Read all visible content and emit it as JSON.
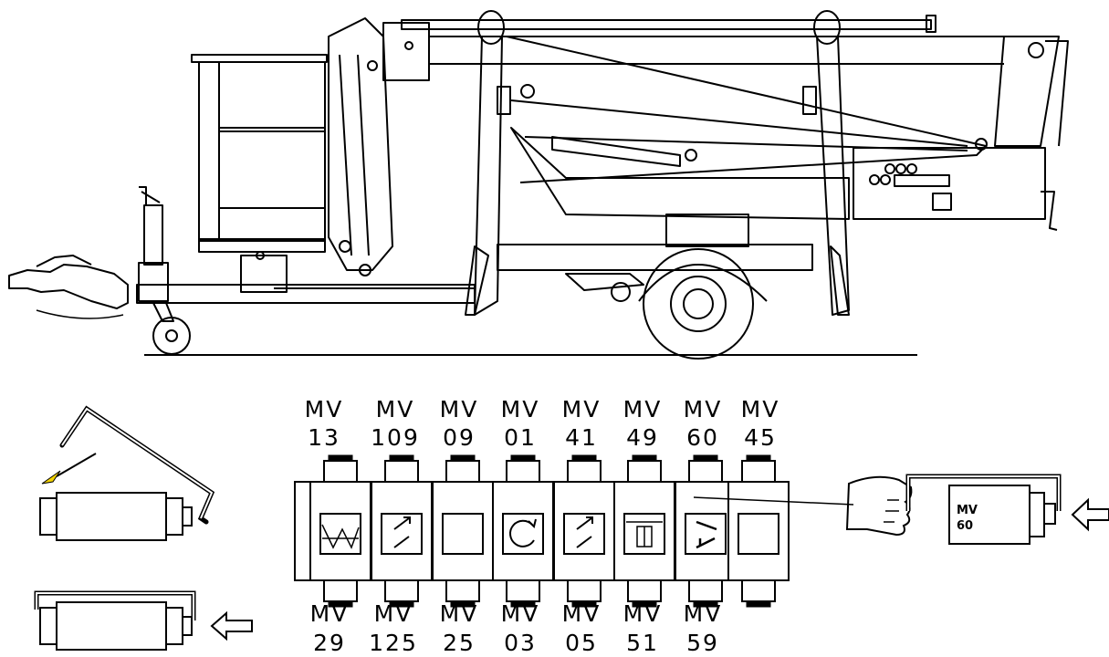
{
  "valves_top": [
    {
      "prefix": "MV",
      "number": "13"
    },
    {
      "prefix": "MV",
      "number": "109"
    },
    {
      "prefix": "MV",
      "number": "09"
    },
    {
      "prefix": "MV",
      "number": "01"
    },
    {
      "prefix": "MV",
      "number": "41"
    },
    {
      "prefix": "MV",
      "number": "49"
    },
    {
      "prefix": "MV",
      "number": "60"
    },
    {
      "prefix": "MV",
      "number": "45"
    }
  ],
  "valves_bottom": [
    {
      "prefix": "MV",
      "number": "29"
    },
    {
      "prefix": "MV",
      "number": "125"
    },
    {
      "prefix": "MV",
      "number": "25"
    },
    {
      "prefix": "MV",
      "number": "03"
    },
    {
      "prefix": "MV",
      "number": "05"
    },
    {
      "prefix": "MV",
      "number": "51"
    },
    {
      "prefix": "MV",
      "number": "59"
    }
  ],
  "manual_tag": {
    "line1": "MV",
    "line2": "60"
  },
  "colors": {
    "line": "#000000",
    "fill": "#ffffff",
    "arrow_accent": "#f2d200"
  },
  "icons": {
    "valve_symbols": [
      "platform-level-icon",
      "jib-arrows-icon",
      "blank-icon",
      "rotation-icon",
      "boom-arrows-icon",
      "outrigger-icon",
      "telescope-icon",
      "blank-icon"
    ],
    "operator": "hand-icon",
    "push_arrow": "push-arrow-icon",
    "lever": "manual-lever-icon"
  }
}
